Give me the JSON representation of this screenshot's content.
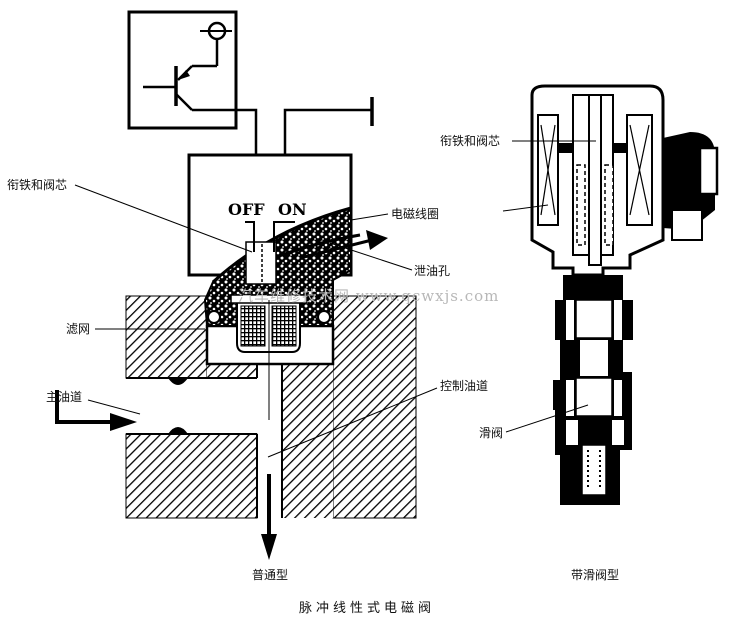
{
  "diagram": {
    "title": "脉冲线性式电磁阀",
    "left_caption": "普通型",
    "right_caption": "带滑阀型",
    "switch_labels": {
      "off": "OFF",
      "on": "ON"
    },
    "watermark": "汽车维修技术网 www.qcwxjs.com",
    "left_labels": {
      "armature_valve_core": "衔铁和阀芯",
      "solenoid_coil": "电磁线圈",
      "drain_hole": "泄油孔",
      "filter_screen": "滤网",
      "main_oil_passage": "主油道",
      "control_oil_passage": "控制油道"
    },
    "right_labels": {
      "armature_valve_core": "衔铁和阀芯",
      "spool_valve": "滑阀"
    }
  }
}
